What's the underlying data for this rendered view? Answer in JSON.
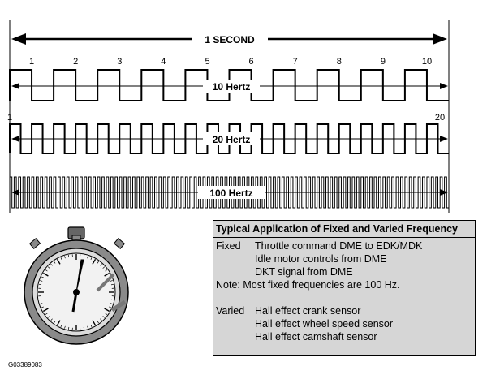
{
  "timeline": {
    "label": "1 SECOND",
    "ticks_10": [
      "1",
      "2",
      "3",
      "4",
      "5",
      "6",
      "7",
      "8",
      "9",
      "10"
    ],
    "ticks_20_start": "1",
    "ticks_20_end": "20"
  },
  "signals": [
    {
      "label": "10 Hertz",
      "cycles": 10
    },
    {
      "label": "20 Hertz",
      "cycles": 20
    },
    {
      "label": "100 Hertz",
      "cycles": 100
    }
  ],
  "info_box": {
    "title": "Typical Application of Fixed and Varied Frequency",
    "fixed": {
      "category": "Fixed",
      "items": [
        "Throttle command DME to EDK/MDK",
        "Idle motor controls from DME",
        "DKT signal from DME"
      ]
    },
    "note": "Note: Most fixed frequencies are 100 Hz.",
    "varied": {
      "category": "Varied",
      "items": [
        "Hall effect crank sensor",
        "Hall effect wheel speed sensor",
        "Hall effect camshaft sensor"
      ]
    }
  },
  "figure_id": "G03389083",
  "colors": {
    "box_fill": "#d6d6d6",
    "ink": "#000000",
    "watch_gray": "#8a8a8a",
    "watch_face": "#eeeeee"
  }
}
